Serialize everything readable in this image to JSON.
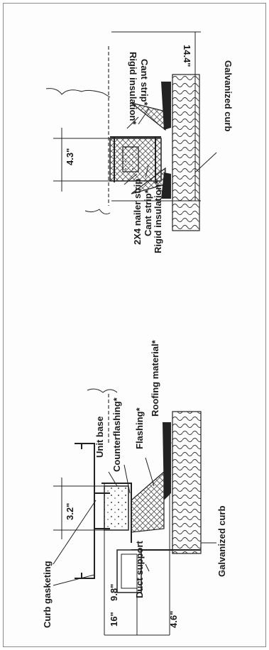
{
  "left_detail": {
    "dims": {
      "top": "3.2\"",
      "a": "16\"",
      "b": "9.8\"",
      "c": "4.6\""
    },
    "labels": {
      "curb_gasketing": "Curb gasketing",
      "unit_base": "Unit base",
      "counterflashing": "Counterflashing*",
      "flashing": "Flashing*",
      "roofing_material": "Roofing material*",
      "duct_support": "Duct support",
      "galvanized_curb": "Galvanized curb"
    }
  },
  "right_detail": {
    "dims": {
      "top": "4.3\"",
      "right": "14.4\""
    },
    "labels": {
      "nailer_strip": "2X4 nailer strip",
      "cant_strip_left": "Cant strip*",
      "rigid_insulation_left": "Rigid insulation*",
      "rigid_insulation_right": "Rigid insulation*",
      "cant_strip_right": "Cant strip*",
      "galvanized_curb": "Galvanized curb"
    }
  }
}
